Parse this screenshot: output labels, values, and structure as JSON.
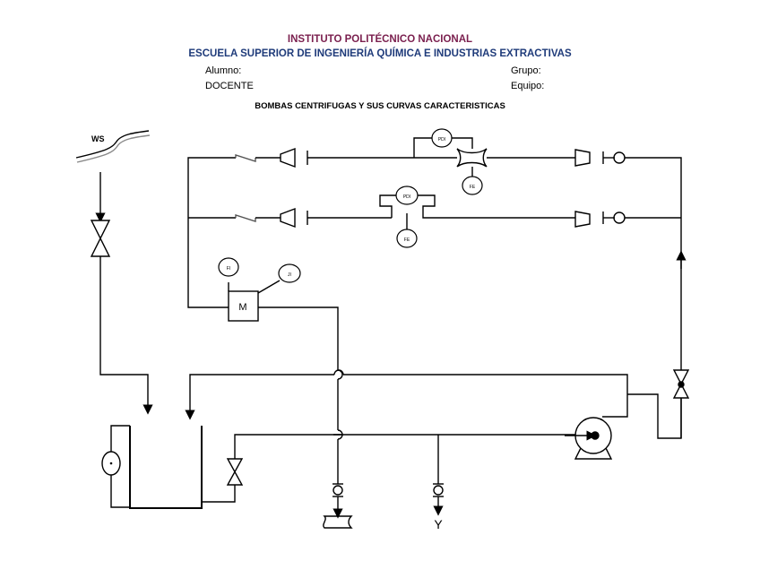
{
  "header": {
    "institution": "INSTITUTO POLITÉCNICO NACIONAL",
    "school": "ESCUELA SUPERIOR DE INGENIERÍA QUÍMICA E INDUSTRIAS EXTRACTIVAS",
    "student_label": "Alumno:",
    "teacher_label": "DOCENTE",
    "group_label": "Grupo:",
    "team_label": "Equipo:",
    "subtitle": "BOMBAS CENTRIFUGAS Y SUS CURVAS CARACTERISTICAS",
    "colors": {
      "institution": "#7a1f4e",
      "school": "#1f3b7a"
    }
  },
  "diagram": {
    "water_supply_label": "WS",
    "motor_label": "M",
    "instruments": {
      "upper_pdi": "PDI",
      "upper_fe": "FE",
      "lower_pdi": "PDI",
      "lower_fe": "FE",
      "motor_fi": "FI",
      "motor_ji": "JI"
    },
    "outlet_label": "Y",
    "icons": [
      "water-supply-icon",
      "gate-valve-icon",
      "check-valve-icon",
      "reducer-icon",
      "blind-flange-icon",
      "venturi-meter-icon",
      "orifice-plate-icon",
      "instrument-bubble-icon",
      "motor-icon",
      "centrifugal-pump-icon",
      "tank-icon",
      "level-gauge-icon",
      "drain-icon",
      "flow-arrow-icon"
    ]
  }
}
